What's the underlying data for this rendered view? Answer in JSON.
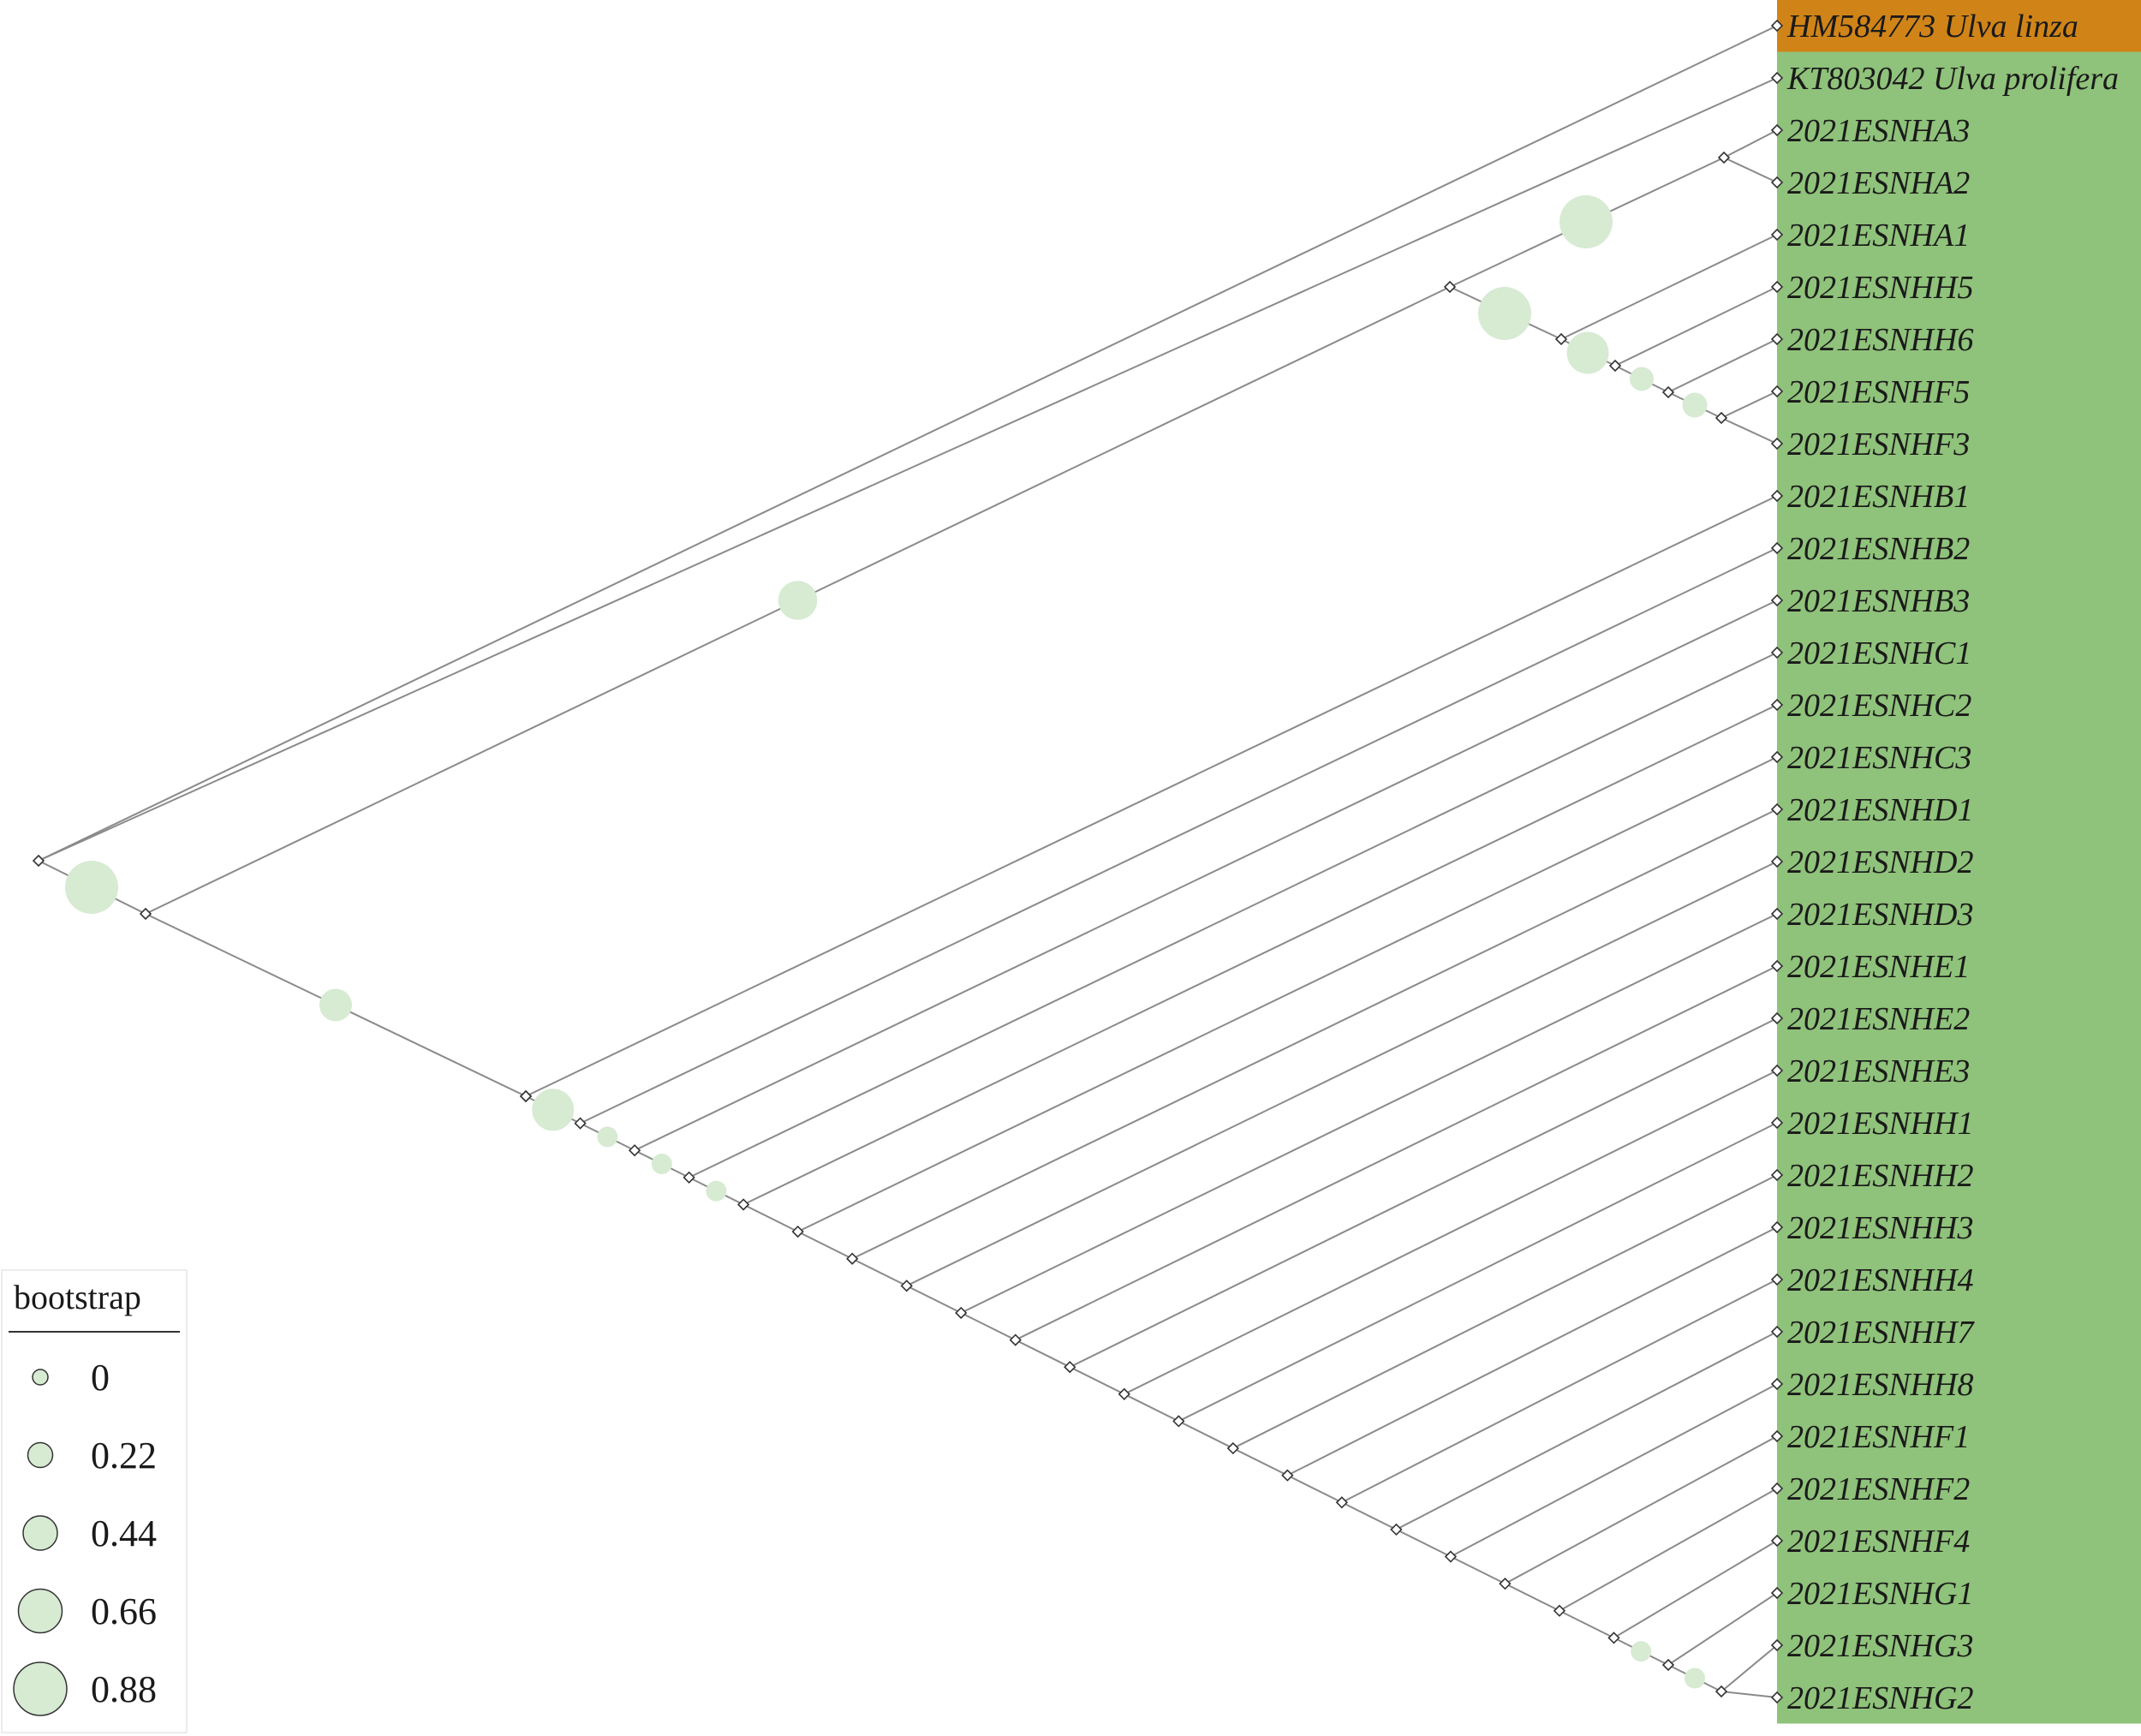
{
  "colors": {
    "outgroup_band": "#d08418",
    "ingroup_band": "#8fc27a",
    "bootstrap_fill": "#d6ebd2",
    "branch": "#8a8a8a"
  },
  "tips": [
    {
      "label": "HM584773 Ulva linza",
      "group": "outgroup"
    },
    {
      "label": "KT803042 Ulva prolifera",
      "group": "ingroup"
    },
    {
      "label": "2021ESNHA3",
      "group": "ingroup"
    },
    {
      "label": "2021ESNHA2",
      "group": "ingroup"
    },
    {
      "label": "2021ESNHA1",
      "group": "ingroup"
    },
    {
      "label": "2021ESNHH5",
      "group": "ingroup"
    },
    {
      "label": "2021ESNHH6",
      "group": "ingroup"
    },
    {
      "label": "2021ESNHF5",
      "group": "ingroup"
    },
    {
      "label": "2021ESNHF3",
      "group": "ingroup"
    },
    {
      "label": "2021ESNHB1",
      "group": "ingroup"
    },
    {
      "label": "2021ESNHB2",
      "group": "ingroup"
    },
    {
      "label": "2021ESNHB3",
      "group": "ingroup"
    },
    {
      "label": "2021ESNHC1",
      "group": "ingroup"
    },
    {
      "label": "2021ESNHC2",
      "group": "ingroup"
    },
    {
      "label": "2021ESNHC3",
      "group": "ingroup"
    },
    {
      "label": "2021ESNHD1",
      "group": "ingroup"
    },
    {
      "label": "2021ESNHD2",
      "group": "ingroup"
    },
    {
      "label": "2021ESNHD3",
      "group": "ingroup"
    },
    {
      "label": "2021ESNHE1",
      "group": "ingroup"
    },
    {
      "label": "2021ESNHE2",
      "group": "ingroup"
    },
    {
      "label": "2021ESNHE3",
      "group": "ingroup"
    },
    {
      "label": "2021ESNHH1",
      "group": "ingroup"
    },
    {
      "label": "2021ESNHH2",
      "group": "ingroup"
    },
    {
      "label": "2021ESNHH3",
      "group": "ingroup"
    },
    {
      "label": "2021ESNHH4",
      "group": "ingroup"
    },
    {
      "label": "2021ESNHH7",
      "group": "ingroup"
    },
    {
      "label": "2021ESNHH8",
      "group": "ingroup"
    },
    {
      "label": "2021ESNHF1",
      "group": "ingroup"
    },
    {
      "label": "2021ESNHF2",
      "group": "ingroup"
    },
    {
      "label": "2021ESNHF4",
      "group": "ingroup"
    },
    {
      "label": "2021ESNHG1",
      "group": "ingroup"
    },
    {
      "label": "2021ESNHG3",
      "group": "ingroup"
    },
    {
      "label": "2021ESNHG2",
      "group": "ingroup"
    }
  ],
  "legend": {
    "title": "bootstrap",
    "items": [
      {
        "label": "0",
        "value": 0
      },
      {
        "label": "0.22",
        "value": 0.22
      },
      {
        "label": "0.44",
        "value": 0.44
      },
      {
        "label": "0.66",
        "value": 0.66
      },
      {
        "label": "0.88",
        "value": 0.88
      }
    ]
  }
}
